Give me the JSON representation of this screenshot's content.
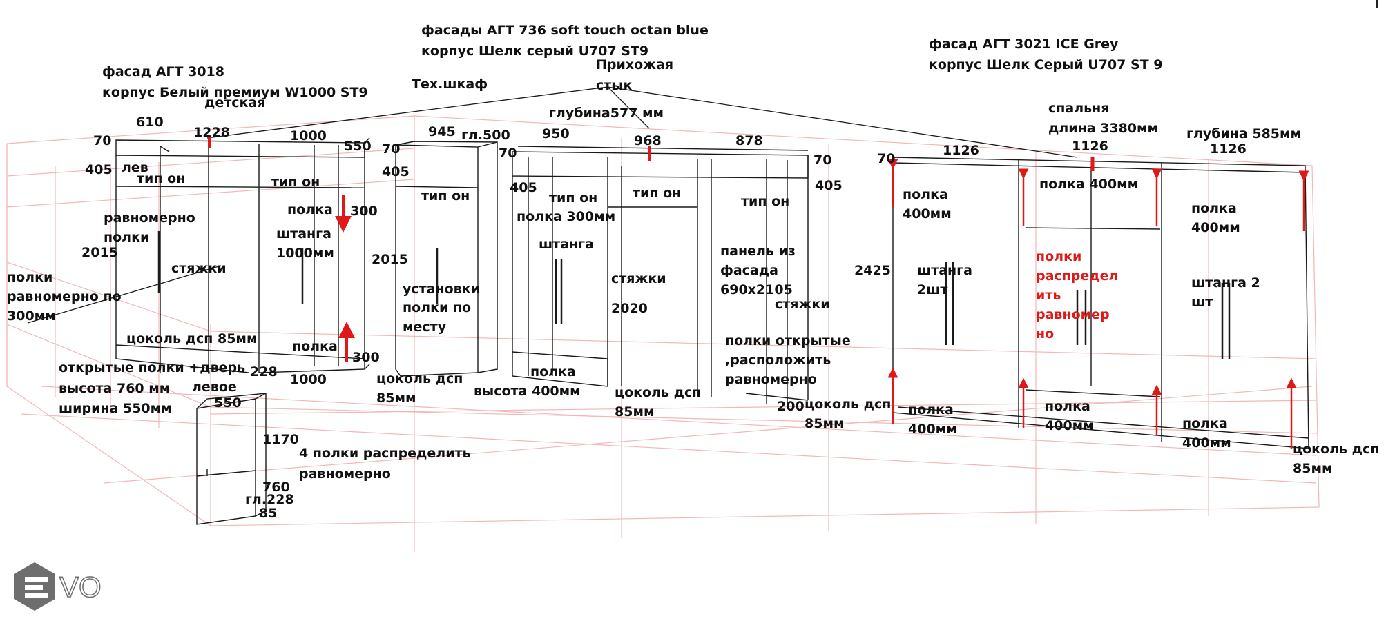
{
  "labels": [
    {
      "id": "title-center-1",
      "text": "фасады АГТ 736 soft touch octan blue"
    },
    {
      "id": "title-center-2",
      "text": "корпус Шелк серый  U707 ST9"
    },
    {
      "id": "title-left-1",
      "text": "фасад АГТ 3018"
    },
    {
      "id": "title-left-2",
      "text": "корпус Белый премиум W1000 ST9"
    },
    {
      "id": "title-right-1",
      "text": "фасад АГТ 3021 ICE Grey"
    },
    {
      "id": "title-right-2",
      "text": "корпус Шелк Серый U707 ST 9"
    },
    {
      "id": "room-hall",
      "text": "Прихожая"
    },
    {
      "id": "joint",
      "text": "стык"
    },
    {
      "id": "tech-cab",
      "text": "Тех.шкаф"
    },
    {
      "id": "room-kids",
      "text": "детская"
    },
    {
      "id": "depth-577",
      "text": "глубина577 мм"
    },
    {
      "id": "room-bedroom",
      "text": "спальня"
    },
    {
      "id": "len-3380",
      "text": "длина 3380мм"
    },
    {
      "id": "depth-585",
      "text": "глубина 585мм"
    },
    {
      "id": "w-610",
      "text": "610"
    },
    {
      "id": "w-1228",
      "text": "1228"
    },
    {
      "id": "w-1000-top",
      "text": "1000"
    },
    {
      "id": "w-550-top",
      "text": "550"
    },
    {
      "id": "h-70-a",
      "text": "70"
    },
    {
      "id": "h-405-a",
      "text": "405"
    },
    {
      "id": "lev",
      "text": "лев"
    },
    {
      "id": "tip-on-1",
      "text": "тип он"
    },
    {
      "id": "tip-on-2",
      "text": "тип он"
    },
    {
      "id": "polka-a",
      "text": "полка"
    },
    {
      "id": "d-300-a",
      "text": "300"
    },
    {
      "id": "shelves-even-1",
      "text": "равномерно"
    },
    {
      "id": "shelves-even-2",
      "text": "полки"
    },
    {
      "id": "shtanga-1",
      "text": "штанга"
    },
    {
      "id": "shtanga-1000",
      "text": "1000мм"
    },
    {
      "id": "h-2015-a",
      "text": "2015"
    },
    {
      "id": "h-2015-b",
      "text": "2015"
    },
    {
      "id": "styazhki-1",
      "text": "стяжки"
    },
    {
      "id": "polki-left-1",
      "text": "полки"
    },
    {
      "id": "polki-left-2",
      "text": "равномерно по"
    },
    {
      "id": "polki-left-3",
      "text": "300мм"
    },
    {
      "id": "plinth-1",
      "text": "цоколь дсп 85мм"
    },
    {
      "id": "polka-b",
      "text": "полка"
    },
    {
      "id": "d-300-b",
      "text": "300"
    },
    {
      "id": "open-1",
      "text": "открытые полки +дверь"
    },
    {
      "id": "open-2",
      "text": "высота 760 мм"
    },
    {
      "id": "open-3",
      "text": "ширина 550мм"
    },
    {
      "id": "w-228-a",
      "text": "228"
    },
    {
      "id": "w-1000-bot",
      "text": "1000"
    },
    {
      "id": "levoe",
      "text": "левое"
    },
    {
      "id": "small-550",
      "text": "550"
    },
    {
      "id": "small-1170",
      "text": "1170"
    },
    {
      "id": "small-760",
      "text": "760"
    },
    {
      "id": "small-gl228",
      "text": "гл.228"
    },
    {
      "id": "small-85",
      "text": "85"
    },
    {
      "id": "four-shelves-1",
      "text": "4 полки распределить"
    },
    {
      "id": "four-shelves-2",
      "text": "равномерно"
    },
    {
      "id": "w-945",
      "text": "945"
    },
    {
      "id": "gl-500",
      "text": "гл.500"
    },
    {
      "id": "h-70-b",
      "text": "70"
    },
    {
      "id": "h-405-b",
      "text": "405"
    },
    {
      "id": "tip-on-3",
      "text": "тип он"
    },
    {
      "id": "install-1",
      "text": "установки"
    },
    {
      "id": "install-2",
      "text": "полки по"
    },
    {
      "id": "install-3",
      "text": "месту"
    },
    {
      "id": "plinth-2a",
      "text": "цоколь дсп"
    },
    {
      "id": "plinth-2b",
      "text": "85мм"
    },
    {
      "id": "w-950",
      "text": "950"
    },
    {
      "id": "w-968",
      "text": "968"
    },
    {
      "id": "w-878",
      "text": "878"
    },
    {
      "id": "h-70-c",
      "text": "70"
    },
    {
      "id": "h-405-c",
      "text": "405"
    },
    {
      "id": "tip-on-4",
      "text": "тип он"
    },
    {
      "id": "polka-300",
      "text": "полка 300мм"
    },
    {
      "id": "tip-on-5",
      "text": "тип он"
    },
    {
      "id": "tip-on-6",
      "text": "тип он"
    },
    {
      "id": "h-70-d",
      "text": "70"
    },
    {
      "id": "h-405-d",
      "text": "405"
    },
    {
      "id": "shtanga-2",
      "text": "штанга"
    },
    {
      "id": "styazhki-2",
      "text": "стяжки"
    },
    {
      "id": "h-2020",
      "text": "2020"
    },
    {
      "id": "panel-1",
      "text": "панель из"
    },
    {
      "id": "panel-2",
      "text": "фасада"
    },
    {
      "id": "panel-3",
      "text": "690х2105"
    },
    {
      "id": "styazhki-3",
      "text": "стяжки"
    },
    {
      "id": "open-shelves-1",
      "text": "полки открытые"
    },
    {
      "id": "open-shelves-2",
      "text": ",расположить"
    },
    {
      "id": "open-shelves-3",
      "text": "равномерно"
    },
    {
      "id": "polka-c",
      "text": "полка"
    },
    {
      "id": "height-400",
      "text": "высота 400мм"
    },
    {
      "id": "plinth-3a",
      "text": "цоколь дсп"
    },
    {
      "id": "plinth-3b",
      "text": "85мм"
    },
    {
      "id": "w-200",
      "text": "200"
    },
    {
      "id": "plinth-4a",
      "text": "цоколь дсп"
    },
    {
      "id": "plinth-4b",
      "text": "85мм"
    },
    {
      "id": "w-1126-a",
      "text": "1126"
    },
    {
      "id": "w-1126-b",
      "text": "1126"
    },
    {
      "id": "w-1126-c",
      "text": "1126"
    },
    {
      "id": "h-70-e",
      "text": "70"
    },
    {
      "id": "polka400-a1",
      "text": "полка"
    },
    {
      "id": "polka400-a2",
      "text": "400мм"
    },
    {
      "id": "polka400-top",
      "text": "полка 400мм"
    },
    {
      "id": "polka400-b1",
      "text": "полка"
    },
    {
      "id": "polka400-b2",
      "text": "400мм"
    },
    {
      "id": "h-2425",
      "text": "2425"
    },
    {
      "id": "shtanga-2sht-1",
      "text": "штанга"
    },
    {
      "id": "shtanga-2sht-2",
      "text": "2шт"
    },
    {
      "id": "red-1",
      "text": "полки"
    },
    {
      "id": "red-2",
      "text": "распредел"
    },
    {
      "id": "red-3",
      "text": "ить"
    },
    {
      "id": "red-4",
      "text": "равномер"
    },
    {
      "id": "red-5",
      "text": "но"
    },
    {
      "id": "shtanga-r-1",
      "text": "штанга 2"
    },
    {
      "id": "shtanga-r-2",
      "text": "шт"
    },
    {
      "id": "bot-polka-1a",
      "text": "полка"
    },
    {
      "id": "bot-polka-1b",
      "text": "400мм"
    },
    {
      "id": "bot-polka-2a",
      "text": "полка"
    },
    {
      "id": "bot-polka-2b",
      "text": "400мм"
    },
    {
      "id": "bot-polka-3a",
      "text": "полка"
    },
    {
      "id": "bot-polka-3b",
      "text": "400мм"
    },
    {
      "id": "plinth-5a",
      "text": "цоколь дсп"
    },
    {
      "id": "plinth-5b",
      "text": "85мм"
    }
  ],
  "watermark": {
    "text": "VO"
  },
  "colors": {
    "line": "#1a1a1a",
    "grid": "#f2b8b8",
    "red": "#e01818",
    "text": "#111111",
    "logo": "#6e6e6e"
  }
}
